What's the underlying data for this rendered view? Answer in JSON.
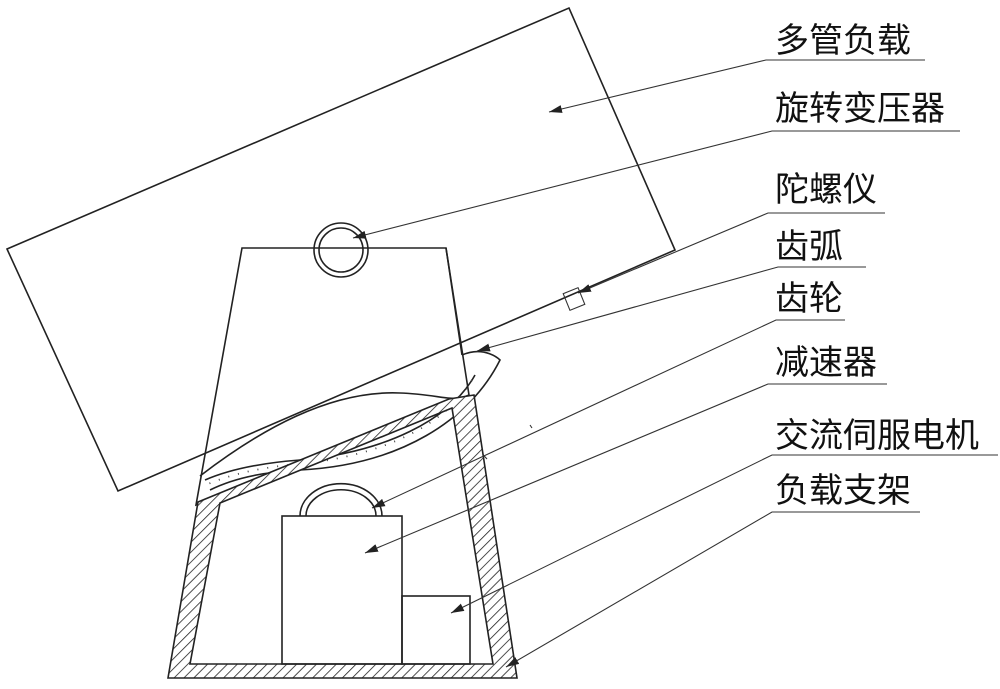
{
  "labels": [
    {
      "id": "multi-tube-load",
      "text": "多管负载"
    },
    {
      "id": "rotary-transformer",
      "text": "旋转变压器"
    },
    {
      "id": "gyroscope",
      "text": "陀螺仪"
    },
    {
      "id": "gear-arc",
      "text": "齿弧"
    },
    {
      "id": "gear",
      "text": "齿轮"
    },
    {
      "id": "reducer",
      "text": "减速器"
    },
    {
      "id": "ac-servo-motor",
      "text": "交流伺服电机"
    },
    {
      "id": "load-bracket",
      "text": "负载支架"
    }
  ],
  "colors": {
    "line": "#222222",
    "background": "#ffffff"
  }
}
